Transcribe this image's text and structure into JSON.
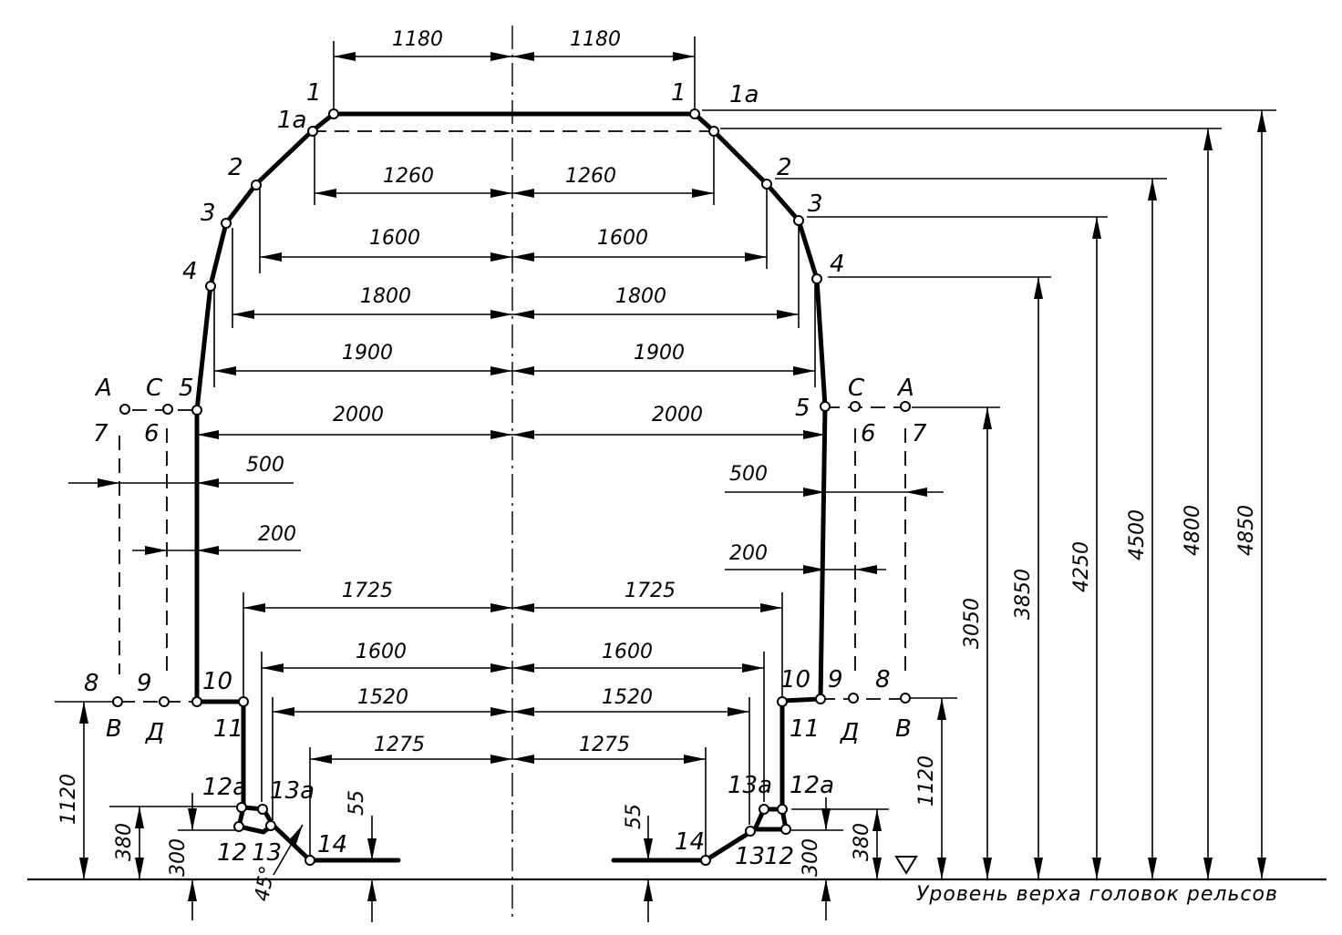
{
  "points": {
    "p1": "1",
    "p1a": "1а",
    "p2": "2",
    "p3": "3",
    "p4": "4",
    "p5": "5",
    "p6": "6",
    "p7": "7",
    "p8": "8",
    "p9": "9",
    "p10": "10",
    "p11": "11",
    "p12": "12",
    "p12a": "12а",
    "p13": "13",
    "p13a": "13а",
    "p14": "14",
    "lineA": "А",
    "lineC": "С",
    "lineB": "В",
    "lineD": "Д"
  },
  "dims": {
    "h1180": "1180",
    "h1260": "1260",
    "h1600": "1600",
    "h1800": "1800",
    "h1900": "1900",
    "h2000": "2000",
    "h500": "500",
    "h200": "200",
    "h1725": "1725",
    "h1520": "1520",
    "h1275": "1275",
    "v1120": "1120",
    "v380": "380",
    "v300": "300",
    "v55": "55",
    "v3050": "3050",
    "v3850": "3850",
    "v4250": "4250",
    "v4500": "4500",
    "v4800": "4800",
    "v4850": "4850",
    "angle45": "45°"
  },
  "ground_label": "Уровень верха головок рельсов"
}
